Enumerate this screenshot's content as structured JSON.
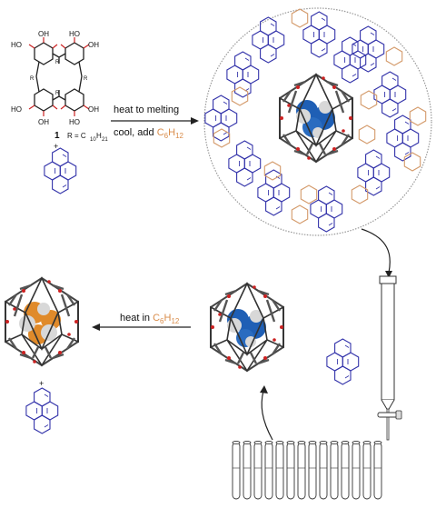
{
  "molecule": {
    "number": "1",
    "r_label_left": "R",
    "r_label_right": "R",
    "r_label_lower_left": "R",
    "r_label_lower_right": "R",
    "hydroxyl": "HO",
    "hydroxyl_right": "OH",
    "substituent_prefix": "R = C",
    "substituent_sub1": "10",
    "substituent_mid": "H",
    "substituent_sub2": "21",
    "plus_top": "+",
    "plus_bottom": "+"
  },
  "arrow_top": {
    "line1": "heat to melting",
    "line2_prefix": "cool, add ",
    "solvent_main": "C",
    "solvent_sub1": "6",
    "solvent_mid": "H",
    "solvent_sub2": "12"
  },
  "arrow_left": {
    "prefix": "heat in ",
    "solvent_main": "C",
    "solvent_sub1": "6",
    "solvent_mid": "H",
    "solvent_sub2": "12"
  },
  "colors": {
    "pyrene": "#3333aa",
    "cyclohexane": "#d49a6a",
    "cage": "#333333",
    "guest_blue": "#1f5fb5",
    "guest_orange": "#e08a2a",
    "oxygen": "#cc2222"
  }
}
